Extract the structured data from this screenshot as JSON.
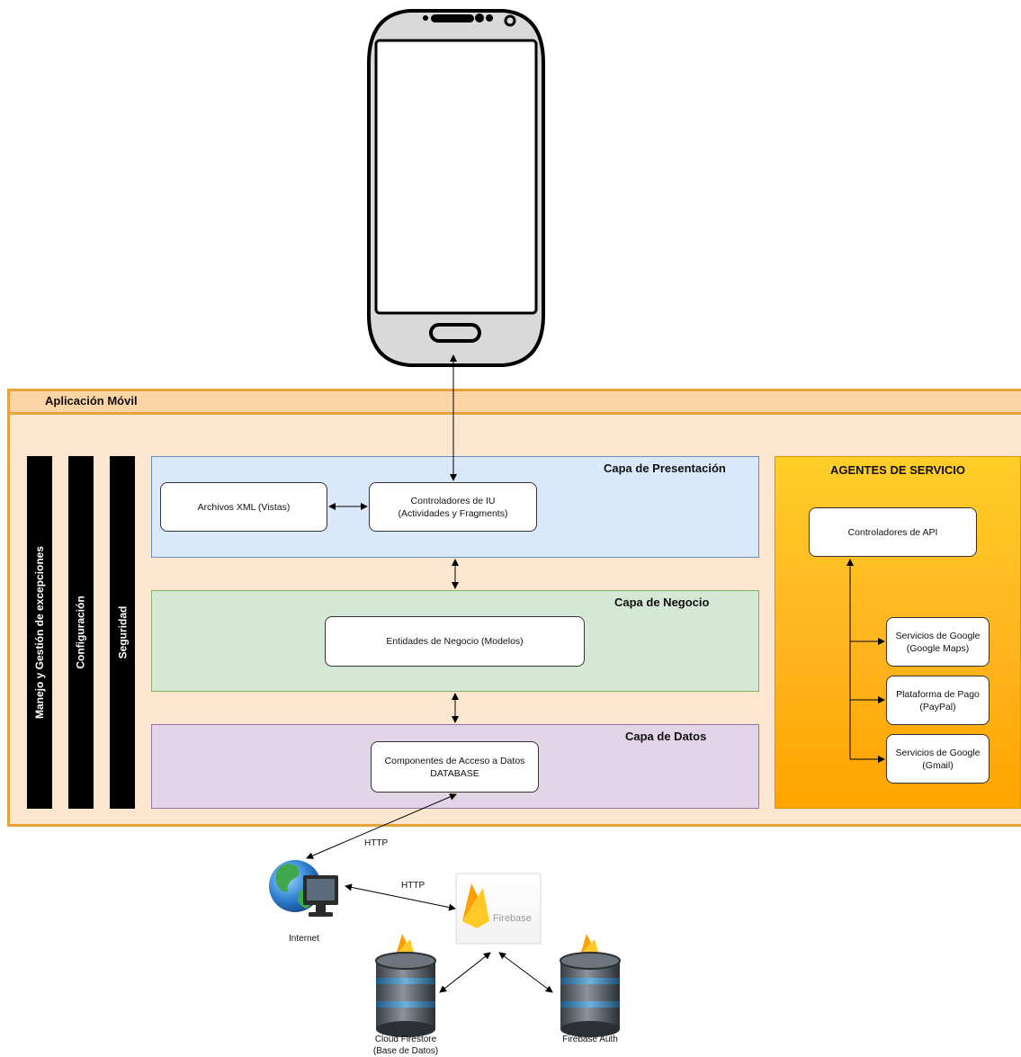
{
  "app": {
    "title": "Aplicación Móvil"
  },
  "cross_cutting": [
    {
      "label": "Manejo y Gestión de excepciones"
    },
    {
      "label": "Configuración"
    },
    {
      "label": "Seguridad"
    }
  ],
  "layers": {
    "presentation": {
      "title": "Capa de Presentación",
      "xml_views": "Archivos XML (Vistas)",
      "ui_controllers": "Controladores de IU\n(Actividades y Fragments)"
    },
    "business": {
      "title": "Capa de Negocio",
      "entities": "Entidades de Negocio (Modelos)"
    },
    "data": {
      "title": "Capa de Datos",
      "access": "Componentes de Acceso a Datos\nDATABASE"
    }
  },
  "services": {
    "title": "AGENTES DE SERVICIO",
    "api_controllers": "Controladores de API",
    "items": [
      {
        "label": "Servicios de Google\n(Google Maps)"
      },
      {
        "label": "Plataforma de Pago\n(PayPal)"
      },
      {
        "label": "Servicios de Google\n(Gmail)"
      }
    ]
  },
  "external": {
    "http_1": "HTTP",
    "http_2": "HTTP",
    "internet": "Internet",
    "firebase": "Firebase",
    "firestore": "Cloud Firestore\n(Base de Datos)",
    "auth": "Firebase Auth"
  },
  "colors": {
    "app_border": "#e8a33c",
    "app_fill": "#fce6d0",
    "presentation_fill": "#dae8fc",
    "business_fill": "#d5e8d4",
    "data_fill": "#e1d5e7",
    "services_fill": "#ffb41e"
  }
}
